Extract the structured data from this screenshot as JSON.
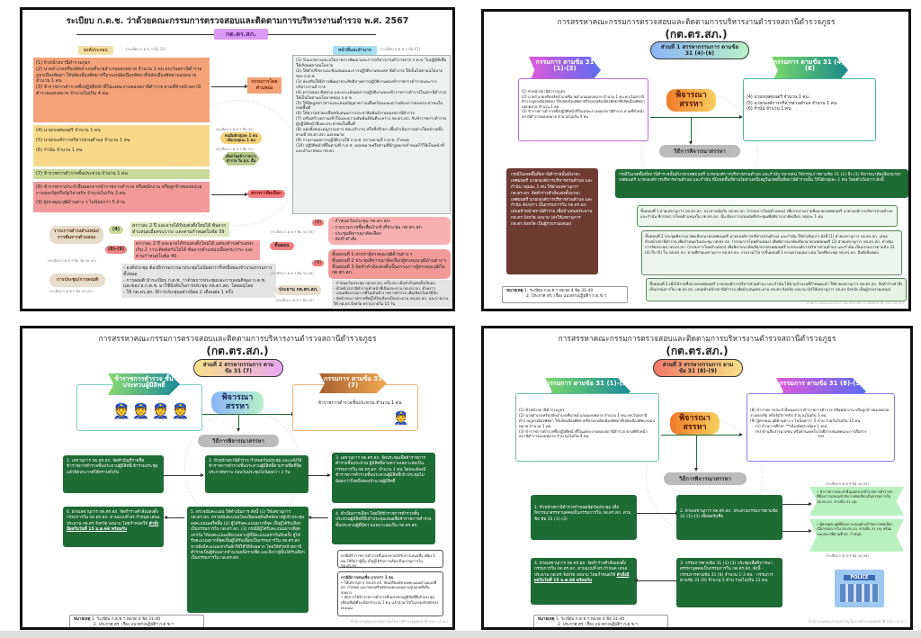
{
  "p1": {
    "title": "ระเบียบ ก.ต.ช. ว่าด้วยคณะกรรมการตรวจสอบและติดตามการบริหารงานตำรวจ พ.ศ. 2567",
    "center": "กต.ตร.สภ.",
    "comp_label": "องค์ประกอบ",
    "comp_ref": "(ระเบียบ ก.ต.ช.ฯ ข้อ 31)",
    "duty_label": "หน้าที่และอำนาจ",
    "duty_ref": "(ระเบียบ ก.ต.ช.ฯ ข้อ 41)",
    "orange": [
      "(1) หัวหน้าสถานีตำรวจภูธร",
      "(2) นายอำเภอหรือปลัดอำเภอที่นายอำเภอมอบหมาย จำนวน 1 คน ยกเว้นสถานีตำรวจภูธรเมืองพัทยา ให้ปลัดเมืองพัทยาหรือรองปลัดเมืองพัทยาที่ปลัดเมืองพัทยามอบหมาย จำนวน 1 คน",
      "(3) ข้าราชการตำรวจซึ่งปฏิบัติหน้าที่ในแต่ละงานของสถานีตำรวจ ตามที่หัวหน้าสถานีตำรวจมอบหมาย จำนวนไม่เกิน 4 คน"
    ],
    "yellow": [
      "(4) นายกเทศมนตรี จำนวน 1 คน",
      "(5) นายกองค์การบริหารส่วนตำบล จำนวน 1 คน",
      "(6) กำนัน จำนวน 1 คน"
    ],
    "green": "(7) ข้าราชการตำรวจชั้นประทวน จำนวน 1 คน",
    "red": [
      "(8) ข้าราชการประจำอื่นนอกจากข้าราชการตำรวจ หรือพนักงาน หรือลูกจ้างของหน่วยงานของรัฐหรือรัฐวิสาหกิจ จำนวนไม่เกิน 3 คน",
      "(9) ผู้ทรงคุณวุฒิด้านต่าง ๆ ไม่น้อยกว่า 5 ด้าน"
    ],
    "ex_officio": "กรรมการโดยตำแหน่ง",
    "ref32a": "(ระเบียบ ก.ต.ช.ฯ ข้อ 32)",
    "select_group": "คนมีมติกลุ่มละ 1 คน เลือกกลุ่มละ 1 คน",
    "ref32b": "(ระเบียบ ก.ต.ช.ฯ ข้อ 32)",
    "elect": "เลือกโดยข้าราชการตำรวจ ใน สภ. นั้น",
    "recruit": "สรรหา/คัดเลือก",
    "duties": [
      "(1) รับแนวทางและนโยบายการพัฒนาและการบริหารงานตำรวจจาก ก.ต.ช. ไปปฏิบัติเพื่อให้เกิดผลตามนโยบาย",
      "(2) ให้คำปรึกษาและข้อเสนอแนะการปฏิบัติงานของสถานีตำรวจ ให้เป็นไปตามนโยบายของ ก.ต.ช.",
      "(3) ส่งเสริมให้มีการพัฒนาประสิทธิภาพการปฏิบัติงานของข้าราชการตำรวจและการบริหารงานตำรวจ",
      "(4) ตรวจสอบ ติดตาม และประเมินผลการปฏิบัติงานของข้าราชการตำรวจในสถานีตำรวจ ให้เป็นไปตามนโยบายของ ก.ต.ช.",
      "(5) ให้ข้อมูลข่าวสารและเสนอปัญหาความเดือดร้อนและความต้องการของประชาชนในเขตพื้นที่",
      "(6) ให้ความช่วยเหลือสนับสนุนการประชาสัมพันธ์งานของสถานีตำรวจ",
      "(7) เสริมสร้างความเข้าใจและความสัมพันธ์อันดีระหว่าง กต.ตร.สภ. กับข้าราชการตำรวจผู้ปฏิบัติหน้าที่และประชาชนในพื้นที่",
      "(8) แต่งตั้งคณะอนุกรรมการ คณะทำงาน หรือที่ปรึกษา เพื่อดำเนินการอย่างใดอย่างหนึ่งตามที่ กต.ตร.สภ. มอบหมาย",
      "(9) รายงานผลการปฏิบัติงานให้ ก.ต.ช. ทราบตามที่ ก.ต.ช. กำหนด",
      "(10) ปฏิบัติหน้าที่อื่นตามที่ ก.ต.ช. มอบหมายหรือตามที่มีกฎหมายกำหนดไว้ให้เป็นหน้าที่และอำนาจของ กต.ตร."
    ],
    "term": "วาระการดำรงตำแหน่ง/ การพ้นจากตำแหน่ง",
    "term_ref": "(ระเบียบ ก.ต.ช.ฯ ข้อ 38,39,40)",
    "t4": "(4)",
    "t4_text": "คราวละ 2 ปี และอาจได้รับแต่งตั้งใหม่ได้ พ้นจากตำแหน่งเมื่อครบวาระ และตามกำหนดในข้อ 39",
    "t89": "(8)-(9)",
    "t89_text": "คราวละ 2 ปี และอาจได้รับแต่งตั้งใหม่ได้ แต่จะดำรงตำแหน่งเกิน 2 วาระติดต่อกันไม่ได้ พ้นจากตำแหน่งเมื่อครบวาระ และตามกำหนดในข้อ 40",
    "meet": "การประชุม/การลงมติ",
    "meet_ref": "(ระเบียบ ก.ต.ช.ฯ ข้อ 42,43)",
    "meet_items": [
      "- องค์ประชุม ต้องมีกรรมการมาประชุมไม่น้อยกว่ากึ่งหนึ่งของจำนวนกรรมการทั้งหมด",
      "- การลงมติ นำระเบียบ ก.ต.ช. ว่าด้วยการประชุมและการลงมติของ ก.ต.ช. และของ อ.ก.ต.ช. มาใช้บังคับในการประชุม กต.ตร.สภ. โดยอนุโลม",
      "- ให้ กต.ตร.สภ. มีการประชุมอย่างน้อย 2 เดือนต่อ 1 ครั้ง"
    ],
    "steps": "ขั้นตอน",
    "ref3435": "(ระเบียบ ก.ต.ช.ฯ ข้อ 34,35)",
    "s8": "(8)",
    "s8_items": [
      "- กำหนดวันประชุม กต.ตร.สภ.",
      "- รวบรวมรายชื่อเพื่อนำเข้าที่ประชุม กต.ตร.สภ.",
      "- ประชุมพิจารณาคัดเลือก",
      "- จัดทำคำสั่ง"
    ],
    "s9": "(9)",
    "ref3436": "(ระเบียบ ก.ต.ช.ฯ ข้อ 34,36)",
    "s9_items": [
      "ขั้นตอนที่ 1 สรรหาผู้ทรงคุณวุฒิด้านต่าง ๆ",
      "ขั้นตอนที่ 2 ประชุมพิจารณาคัดเลือกผู้ทรงคุณวุฒิด้านต่าง ๆ",
      "ขั้นตอนที่ 3 จัดทำคำสั่งแต่งตั้งเป็นกรรมการผู้ทรงคุณวุฒิใน กต.ตร.สภ."
    ],
    "chair": "ประธาน กต.ตร.สภ.",
    "chair_ref": "(ระเบียบ ก.ต.ช.ฯ ข้อ 33)",
    "chair_items": [
      "- กำหนดวันประชุม กต.ตร.สภ. ครั้งแรก เมื่อคำสั่งแต่งตั้งเป็นผล",
      "- หัวหน้าสถานีตำรวจทำหน้าที่เป็นประธาน กต.ตร.สภ. ชั่วคราว",
      "- เสนอชื่อกรรมการที่ไม่เป็นข้าราชการตำรวจ เพื่อเลือกโดยวิธีลับ",
      "- จัดทำประกาศรายชื่อผู้ได้รับเลือกเป็นประธาน กต.ตร.สภ. และรายงาน ให้ กต.ตร.จังหวัด ทราบภายใน 15 วัน"
    ]
  },
  "common": {
    "title": "การสรรหาคณะกรรมการตรวจสอบและติดตามการบริหารงานตำรวจสถานีตำรวจภูธร",
    "subtitle": "(กต.ตร.สภ.)",
    "consider": "พิจารณา สรรหา",
    "method": "วิธีการพิจารณาสรรหา",
    "note_label": "หมายเหตุ",
    "note1": "1. ระเบียบ ก.ต.ช.ฯ หมวด 4 ข้อ 31-40",
    "note2": "2. ประกาศ ตร. เรื่อง แนวทางปฏิบัติฯ ก.ต.ช.ฯ",
    "credit": "สำนักงานคณะกรรมการนโยบายตำรวจแห่งชาติ (สง.ก.ต.ช.)",
    "m13_title": "กรรมการ ตามข้อ 31 (1)-(3)",
    "m13": [
      "(1) หัวหน้าสถานีตำรวจภูธร",
      "(2) นายอำเภอหรือปลัดอำเภอที่นายอำเภอมอบหมาย จำนวน 1 คน ยกเว้นสถานีตำรวจภูธรเมืองพัทยา ให้ปลัดเมืองพัทยาหรือรองปลัดเมืองพัทยาที่ปลัดเมืองพัทยามอบหมาย จำนวน 1 คน",
      "(3) ข้าราชการตำรวจซึ่งปฏิบัติหน้าที่ในแต่ละงานของสถานีตำรวจ ตามที่หัวหน้าสถานีตำรวจมอบหมาย จำนวนไม่เกิน 4 คน"
    ]
  },
  "p2": {
    "part": "ส่วนที่ 1 สรรหากรรมการ ตามข้อ 31 (4)-(6)",
    "right_title": "กรรมการ ตามข้อ 31 (4)-(6)",
    "right": [
      "(4) นายกเทศมนตรี จำนวน 1 คน",
      "(5) นายกองค์การบริหารส่วนตำบล จำนวน 1 คน",
      "(6) กำนัน จำนวน 1 คน"
    ],
    "brown": "กรณีในเขตพื้นที่สถานีตำรวจนั้นมีนายกเทศมนตรี นายกองค์การบริหารส่วนตำบล และกำนัน กลุ่มละ 1 คน ให้ฝ่ายเลขานุการ กต.ตร.สภ. จัดทำร่างคำสั่งแต่งตั้งนายกเทศมนตรี นายกองค์การบริหารส่วนตำบล และกำนัน ดังกล่าว เป็นกรรมการใน กต.ตร.สภ. เสนอหัวหน้าสถานีตำรวจ เพื่อนำเสนอประธาน กต.ตร.จังหวัด ลงนาม (ส่งให้เลขานุการ กต.ตร.จังหวัด เป็นผู้รวบรวมเสนอ)",
    "green_head": "กรณีในเขตพื้นที่สถานีตำรวจนั้นมีนายกเทศมนตรี นายกองค์การบริหารส่วนตำบล และกำนัน หลายคน ให้กรรมการตามข้อ 31 (1) ถึง (3) พิจารณาคัดเลือกนายกเทศมนตรี นายกองค์การบริหารส่วนตำบล และกำนัน ที่มีเขตพื้นที่ส่วนใดส่วนหนึ่งอยู่ในเขตพื้นที่สถานีตำรวจนั้น ให้ได้กลุ่มละ 1 คน โดยดำเนินการ ดังนี้",
    "step1": "ขั้นตอนที่ 1 ฝ่ายเลขานุการ กต.ตร.สภ. ประสานนัดกับ กต.ตร.สภ. (กรรมการโดยตำแหน่ง) เพื่อรวบรวมรายชื่อนายกเทศมนตรี นายกองค์การบริหารส่วนตำบล และกำนัน ที่กรรมการโดยตำแหน่งใน กต.ตร.สภ. นั้น ต้องการเสนอต่อที่ประชุมเพื่อพิจารณาคัดเลือก กลุ่มละ 1 คน",
    "step2": "ขั้นตอนที่ 2 ประชุมพิจารณาคัดเลือกนายกเทศมนตรี นายกองค์การบริหารส่วนตำบล และกำนัน ให้ดำเนินการ ดังนี้ (1) ฝ่ายเลขานุการ กต.ตร.สภ. เสนอหัวหน้าสถานีตำรวจ เพื่อกำหนดวันประชุม กต.ตร.สภ. (กรรมการโดยตำแหน่ง) เพื่อพิจารณาคัดเลือกนายกเทศมนตรี (2) ฝ่ายเลขานุการ กต.ตร.สภ. ดำเนินการจัดประชุม กต.ตร.สภ. (กรรมการโดยตำแหน่ง) เพื่อพิจารณาคัดเลือกนายกเทศมนตรี นายกองค์การบริหารส่วนตำบล และกำนัน เป็นกรรมการตามข้อ 31 (4) ถึง (6) ใน กต.ตร.สภ. ตามที่ฝ่ายเลขานุการ กต.ตร.สภ. รวบรวมไว้จากขั้นตอนที่ 1 ตามความเหมาะสม โดยที่ประชุม กต.ตร.สภ. มีมติเห็นชอบ",
    "step3": "ขั้นตอนที่ 3 เมื่อได้รายชื่อนายกเทศมนตรี นายกองค์การบริหารส่วนตำบล และกำนัน ได้ตามจำนวนที่กำหนดแล้ว ให้ฝ่ายเลขานุการ กต.ตร.สภ. จัดทำร่างคำสั่งเป็นกรรมการใน กต.ตร.สภ. เสนอหัวหน้าสถานีตำรวจ เพื่อนำเสนอประธาน กต.ตร.จังหวัด ลงนาม (ส่งให้เลขานุการ กต.ตร.จังหวัด เป็นผู้รวบรวมเสนอ)"
  },
  "p3": {
    "part": "ส่วนที่ 2 สรรหากรรมการ ตามข้อ 31 (7)",
    "left_title": "ข้าราชการตำรวจ ชั้นประทวนผู้มีสิทธิ์",
    "right_title": "กรรมการ ตามข้อ 31 (7)",
    "right_text": "ข้าราชการตำรวจชั้นประทวน จำนวน 1 คน",
    "b1": "1. เลขานุการ กต.ตร.สภ. จัดทำบัญชีรายชื่อข้าราชการตำรวจชั้นประทวนผู้มีสิทธิ์เข้าร่วมประชุม แล้วปิดประกาศให้ทราบทั่วกัน",
    "b2": "2. หัวหน้าสถานีตำรวจ กำหนดวันประชุม และแจ้งให้ข้าราชการตำรวจชั้นประทวนผู้มีสิทธิ์ตามรายชื่อที่ปิดประกาศทราบ ก่อนวันประชุมไม่น้อยกว่า 3 วัน",
    "b3": "3. เลขานุการ กต.ตร.สภ. จัดประชุมเพื่อข้าราชการตำรวจชั้นประทวน ผู้มีสิทธิ์ตามความเหมาะสมเป็นกรรมการใน กต.ตร.สภ. จำนวน 1 คน โดยจะต้องมีข้าราชการตำรวจชั้นประทวนผู้มีสิทธิ์เข้าประชุมไม่น้อยกว่ากึ่งหนึ่งของจำนวนผู้มีสิทธิ์",
    "b4": "4. ดำเนินการเลือก โดยให้ข้าราชการตำรวจชั้นประทวนผู้มีสิทธิ์ที่เข้าประชุมเสนอชื่อข้าราชการตำรวจชั้นประทวนผู้ที่มีความเหมาะสมเป็น กต.ตร.สภ.",
    "b5": "5. ตรวจนับคะแนน ให้ดำเนินการ ดังนี้ (1) ให้เลขานุการ กต.ตร.สภ. ตรวจนับคะแนนโดยเปิดเผยทันทีหลังจากผู้เข้าประชุมลงคะแนนเสร็จสิ้น (2) ผู้ได้รับคะแนนมากที่สุด เป็นผู้ได้รับเลือกเป็นกรรมการใน กต.ตร.สภ. (3) กรณีมีผู้ได้รับคะแนนมากที่สุดเท่ากัน ให้ลงคะแนนเลือกเฉพาะผู้ที่มีคะแนนเท่ากันอีกครั้ง ผู้ได้รับคะแนนมากที่สุดเป็นผู้ได้รับเลือกเป็นกรรมการใน กต.ตร.สภ. หากยังมีคะแนนเท่ากันอีกให้ใช้วิธีจับฉลาก โดยให้หัวหน้าสถานีตำรวจเป็นผู้จับฉลากจำนวนหนึ่งรายชื่อ และถือว่าผู้นั้นได้รับเลือกเป็นกรรมการใน กต.ตร.สภ.",
    "b6": "6. ฝ่ายเลขานุการ กต.ตร.สภ. จัดทำร่างคำสั่งแต่งตั้งกรรมการใน กต.ตร.สภ. ตามแบบที่ ตร.กำหนด เสนอประธาน กต.ตร.จังหวัด ลงนาม โดยกำหนดให้",
    "b6_bold": "คำสั่งมีผลในวันที่ 15 ม.ค.68 พร้อมกัน",
    "c1": "กรณีมีข้าราชการตำรวจชั้นประทวนได้รับการเสนอชื่อ เพียง 1 คน ให้ถือว่าผู้นั้น เป็นผู้ได้รับการเลือกเป็นกรรมการใน กต.ตร.สภ.",
    "c2_head": "กรณีมีการเสนอชื่อ มากกว่า 1 คน",
    "c2_items": [
      "• ให้เลขานุการ กต.ตร.สภ. จัดเตรียมบัตรลงคะแนนตามแบบที่ ตร. กำหนด และกล่องหรือบัตรลงคะแนนตามรูปแบบที่เห็นสมควร",
      "• จัดการให้ข้าราชการตำรวจชั้นประทวนผู้มีสิทธิ์ที่เข้าประชุม เขียนชื่อผู้ที่จะเลือกจำนวน 1 คน แล้วนำมาใส่ในกล่องรับบัตรลงคะแนน"
    ]
  },
  "p4": {
    "part": "ส่วนที่ 3 สรรหากรรมการ ตามข้อ 31 (8)-(9)",
    "right_title": "กรรมการ ตามข้อ 31 (8)-(9)",
    "right": [
      "(8) ข้าราชการประจำอื่นนอกจากข้าราชการตำรวจ หรือพนักงาน หรือลูกจ้างของหน่วยงานของรัฐ หรือรัฐวิสาหกิจ จำนวนไม่เกิน 3 คน",
      "(9) ผู้ทรงคุณวุฒิด้านต่าง ๆ ไม่น้อยกว่า 5 ด้าน รวมกันไม่เกิน 12 คน",
      "(ก) ด้านการศึกษา **(ต้องมีอย่างน้อย 1 คน)",
      "(ข) ด้านสื่อสารมวลชน หรือด้านเทคโนโลยีสารสนเทศและการสื่อสาร",
      "ฯลฯ"
    ],
    "b1": "1. หัวหน้าสถานีตำรวจกำหนดนัดวันประชุม เพื่อพิจารณาสรรหาบุคคลเป็นกรรมการใน กต.ตร.สภ. ตามข้อ ข้อ 31 (1)-(3)",
    "b2": "2. ฝ่ายเลขานุการ กต.ตร.สภ. ประสานกรรมการตามข้อ 31 (1)-(3) เพื่อขอรับชื่อ",
    "b3": "3. กรรมการตามข้อ 31 (1)-(3) ประชุมเพื่อพิจารณาสรรหาบุคคลเป็นกรรมการใน กต.ตร.สภ. ดังนี้ - กรรมการตามข้อ 31 (8) จำนวน 1-3 คน - กรรมการตามข้อ 31 (9) จำนวน 5 ด้าน รวมไม่เกิน 12 คน",
    "b4": "4. ฝ่ายเลขานุการ กต.ตร.สภ. จัดทำร่างคำสั่งแต่งตั้งกรรมการใน กต.ตร.สภ. ตามแบบที่ ตร.กำหนด เสนอประธาน กต.ตร.จังหวัด ลงนาม โดยกำหนดให้",
    "b4_bold": "คำสั่งมีผลในวันที่ 15 ม.ค.68 พร้อมกัน",
    "ref3435": "(ระเบียบ ก.ต.ช.ฯ ข้อ 34,35)",
    "h1": "• ข้าราชการประจำอื่นนอกจากข้าราชการตำรวจฯ ที่ต้องการเสนอเข้ารับการคัดเลือกเป็นกรรมการใน กต.ตร.สภ. ตามข้อ 31 (8)",
    "h2": "• ผู้ทรงคุณวุฒิที่ต้องการเสนอตัวเข้ารับการคัดเลือกเป็นกรรมการใน กต.ตร.สภ. ตามข้อ 31 (9) พร้อมแนบประวัติตามที่ ตร. กำหนด",
    "ref3436": "(ระเบียบ ก.ต.ช.ฯ ข้อ 34,36)",
    "police": "POLICE"
  }
}
